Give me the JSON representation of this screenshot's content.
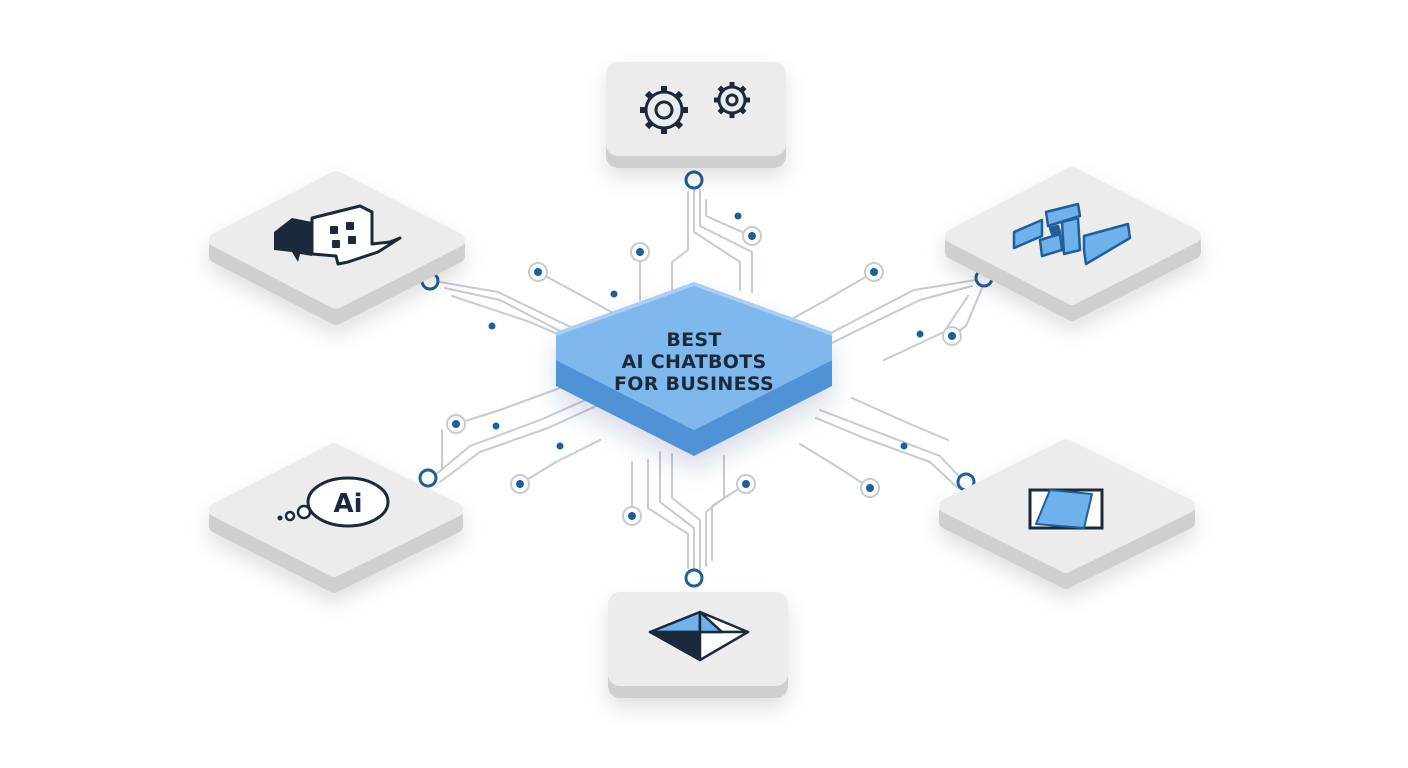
{
  "hub": {
    "title_lines": [
      "BEST",
      "AI CHATBOTS",
      "FOR BUSINESS"
    ],
    "fill_color": "#7fb8ec",
    "side_color": "#4f93d6"
  },
  "colors": {
    "accent_dark": "#1f5f99",
    "trace": "#c4cbd3",
    "card_face": "#ececec",
    "card_side": "#cfcfcf",
    "icon_stroke": "#1b2a3a",
    "icon_fill": "#6fb1ec"
  },
  "nodes": [
    {
      "id": "top",
      "icon": "gears-icon"
    },
    {
      "id": "upper-left",
      "icon": "chat-bubbles-icon"
    },
    {
      "id": "upper-right",
      "icon": "bar-chart-icon"
    },
    {
      "id": "lower-left",
      "icon": "ai-thought-bubble-icon",
      "icon_text": "Ai"
    },
    {
      "id": "lower-right",
      "icon": "diamond-square-icon"
    },
    {
      "id": "bottom",
      "icon": "triangular-logo-icon"
    }
  ]
}
